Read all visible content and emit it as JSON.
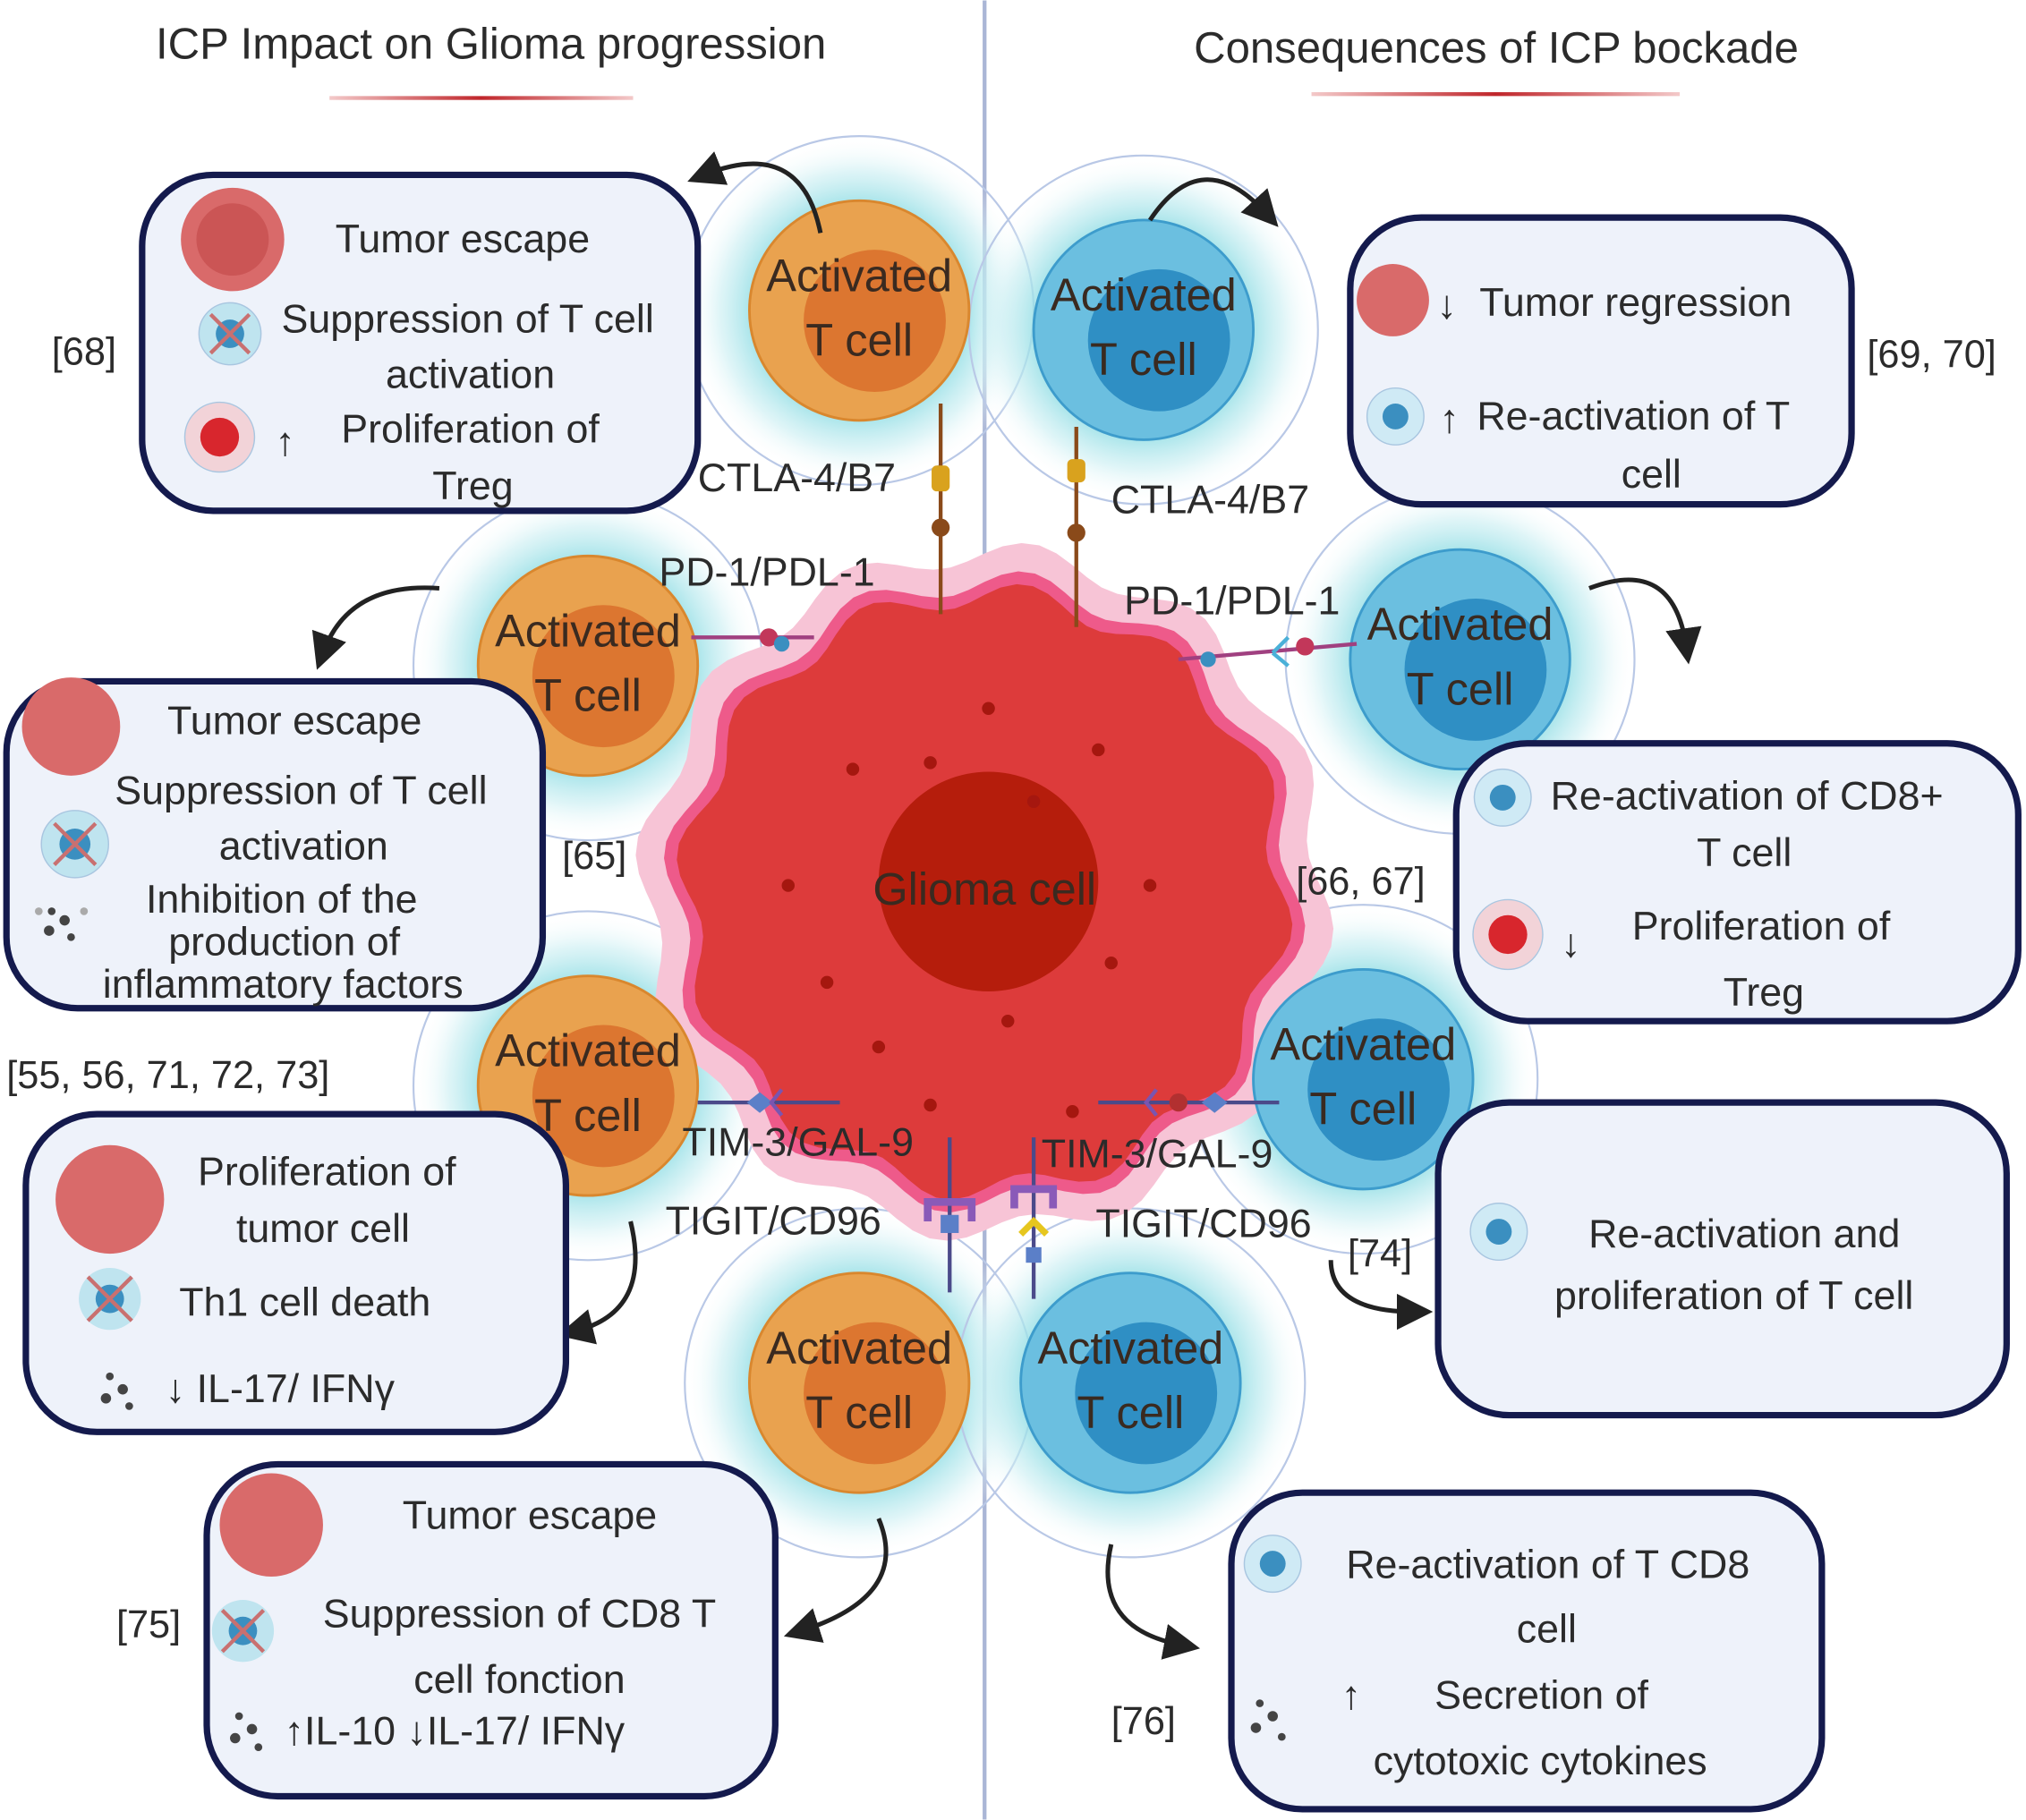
{
  "titles": {
    "left": "ICP Impact on Glioma progression",
    "right": "Consequences of ICP bockade"
  },
  "cell": {
    "line1": "Activated",
    "line2": "T cell"
  },
  "glioma": "Glioma cell",
  "receptors": {
    "ctla": "CTLA-4/B7",
    "pd1": "PD-1/PDL-1",
    "tim3": "TIM-3/GAL-9",
    "tigit": "TIGIT/CD96"
  },
  "left_boxes": [
    {
      "ref": "[68]",
      "lines": [
        "Tumor escape",
        "Suppression of T cell",
        "activation",
        "↑",
        "Proliferation of",
        "Treg"
      ]
    },
    {
      "ref": "[65]",
      "lines": [
        "Tumor escape",
        "Suppression of T cell",
        "activation",
        "Inhibition of the",
        "production of",
        "inflammatory factors"
      ]
    },
    {
      "ref": "[55, 56, 71, 72, 73]",
      "lines": [
        "Proliferation of",
        "tumor cell",
        "Th1 cell death",
        "↓ IL-17/ IFNγ"
      ]
    },
    {
      "ref": "[75]",
      "lines": [
        "Tumor escape",
        "Suppression of CD8 T",
        "cell fonction",
        "↑IL-10 ↓IL-17/ IFNγ"
      ]
    }
  ],
  "right_boxes": [
    {
      "ref": "[69, 70]",
      "lines": [
        "↓",
        "Tumor regression",
        "↑",
        "Re-activation of  T",
        "cell"
      ]
    },
    {
      "ref": "[66, 67]",
      "lines": [
        "Re-activation of CD8+",
        "T cell",
        "↓",
        "Proliferation of",
        "Treg"
      ]
    },
    {
      "ref": "[74]",
      "lines": [
        "Re-activation and",
        "proliferation of T cell"
      ]
    },
    {
      "ref": "[76]",
      "lines": [
        "Re-activation of T CD8",
        "cell",
        "↑",
        "Secretion of",
        "cytotoxic cytokines"
      ]
    }
  ],
  "colors": {
    "orange": "#e9a24f",
    "blue": "#6bbfe0",
    "glioma": "#dd3b3b",
    "box_border": "#141a4d"
  }
}
